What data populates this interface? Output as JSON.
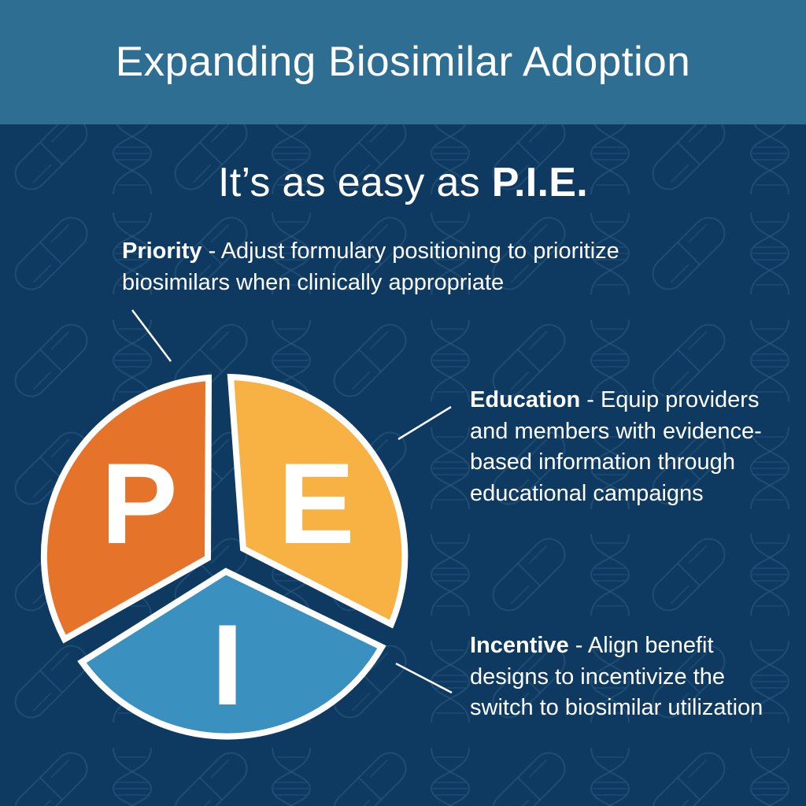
{
  "header": {
    "title": "Expanding Biosimilar Adoption"
  },
  "subtitle": {
    "prefix": "It’s as easy as ",
    "emphasis": "P.I.E."
  },
  "items": [
    {
      "key": "priority",
      "letter": "P",
      "term": "Priority",
      "separator": " - ",
      "description": "Adjust formulary positioning to prioritize biosimilars when clinically appropriate",
      "color": "#E5742A"
    },
    {
      "key": "education",
      "letter": "E",
      "term": "Education",
      "separator": " - ",
      "description": "Equip providers and members with evidence-based information through educational campaigns",
      "color": "#F8B143"
    },
    {
      "key": "incentive",
      "letter": "I",
      "term": "Incentive",
      "separator": " - ",
      "description": "Align benefit designs to incentivize the switch to biosimilar utilization",
      "color": "#3A91BF"
    }
  ],
  "colors": {
    "background": "#0E3A61",
    "header": "#2F6E93",
    "text": "#FFFFFF",
    "outline": "#FFFFFF"
  },
  "background_icons": [
    "pill-icon",
    "dna-icon"
  ]
}
